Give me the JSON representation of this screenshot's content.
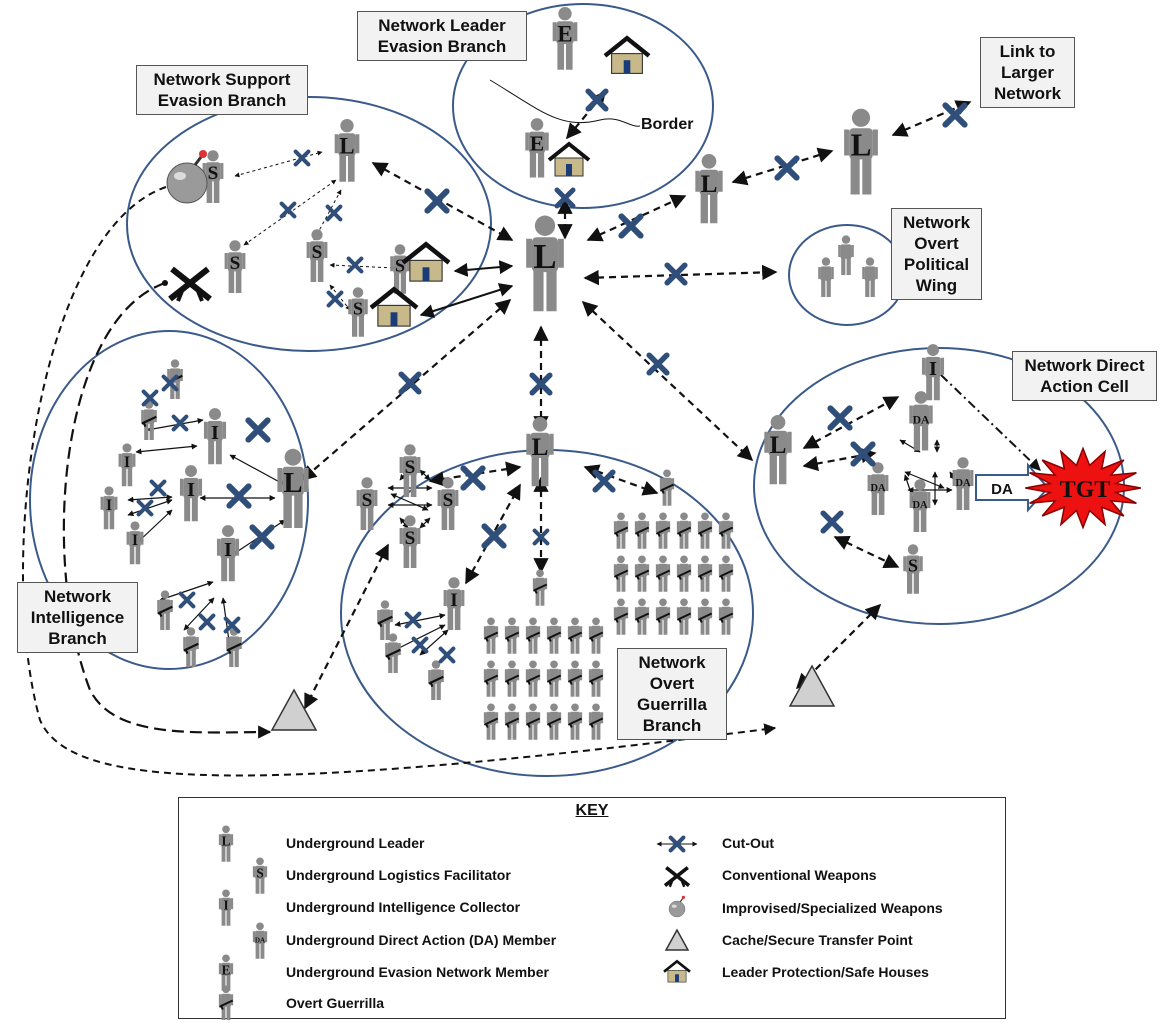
{
  "labels": {
    "support": "Network Support\nEvasion Branch",
    "leader_evasion": "Network Leader\nEvasion Branch",
    "link": "Link to\nLarger\nNetwork",
    "political": "Network\nOvert\nPolitical\nWing",
    "direct_action": "Network Direct\nAction Cell",
    "intelligence": "Network\nIntelligence\nBranch",
    "guerrilla": "Network\nOvert\nGuerrilla\nBranch",
    "border": "Border",
    "da_arrow": "DA",
    "tgt": "TGT"
  },
  "letters": {
    "L": "L",
    "S": "S",
    "I": "I",
    "E": "E",
    "DA": "DA"
  },
  "key": {
    "title": "KEY",
    "left": [
      {
        "letter": "L",
        "text": "Underground Leader"
      },
      {
        "letter": "S",
        "text": "Underground Logistics Facilitator"
      },
      {
        "letter": "I",
        "text": "Underground Intelligence Collector"
      },
      {
        "letter": "DA",
        "text": "Underground Direct Action (DA) Member"
      },
      {
        "letter": "E",
        "text": "Underground Evasion Network Member"
      },
      {
        "letter": "",
        "text": "Overt Guerrilla"
      }
    ],
    "right": [
      {
        "icon": "cut-out-icon",
        "text": "Cut-Out"
      },
      {
        "icon": "rifles-icon",
        "text": "Conventional Weapons"
      },
      {
        "icon": "bomb-icon",
        "text": "Improvised/Specialized  Weapons"
      },
      {
        "icon": "triangle-icon",
        "text": "Cache/Secure Transfer Point"
      },
      {
        "icon": "house-icon",
        "text": "Leader Protection/Safe Houses"
      }
    ]
  },
  "colors": {
    "ellipse": "#3a5a8a",
    "cross": "#2f4f7a",
    "figure": "#8a8a8a",
    "tgt": "#ee1111",
    "house_wall": "#c8b98a",
    "triangle": "#d0d0d0"
  }
}
